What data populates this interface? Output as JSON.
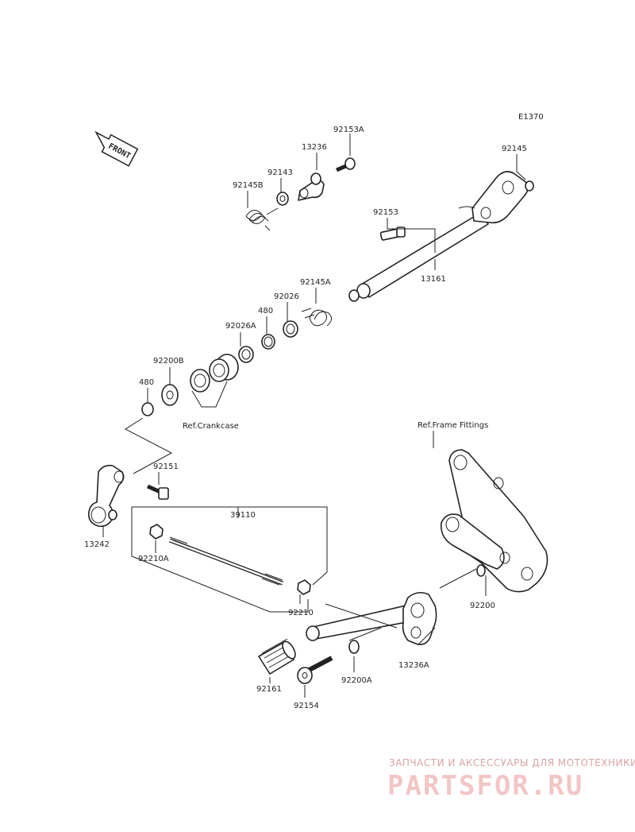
{
  "diagram": {
    "code": "E1370",
    "front_label": "FRONT",
    "refs": {
      "crankcase": "Ref.Crankcase",
      "frame_fittings": "Ref.Frame Fittings"
    },
    "labels": {
      "p92153A": "92153A",
      "p13236": "13236",
      "p92143": "92143",
      "p92145B": "92145B",
      "p92145": "92145",
      "p92153": "92153",
      "p13161": "13161",
      "p92145A": "92145A",
      "p92026": "92026",
      "p480a": "480",
      "p92026A": "92026A",
      "p92200B": "92200B",
      "p480b": "480",
      "p92151": "92151",
      "p39110": "39110",
      "p13242": "13242",
      "p92210A": "92210A",
      "p92210": "92210",
      "p92200": "92200",
      "p13236A": "13236A",
      "p92161": "92161",
      "p92154": "92154",
      "p92200A": "92200A"
    }
  },
  "watermark": {
    "tagline": "ЗАПЧАСТИ И АКСЕССУАРЫ ДЛЯ МОТОТЕХНИКИ",
    "brand": "PARTSFOR.RU"
  }
}
